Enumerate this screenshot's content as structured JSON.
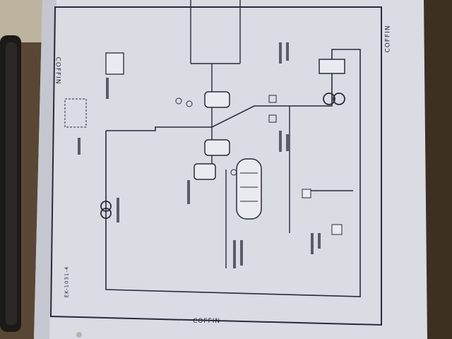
{
  "photo": {
    "subject": "Photograph of a printed schematic diagram in a binder, rotated sideways",
    "labels": {
      "bottom": "COFFIN",
      "right": "COFFIN",
      "top": "COFFIN",
      "drawing_number": "EK-1031-4"
    }
  },
  "colors": {
    "table": "#4a3a2c",
    "paper": "#d9dce3",
    "ink": "#2a2a3a",
    "binder": "#1c1a18"
  }
}
